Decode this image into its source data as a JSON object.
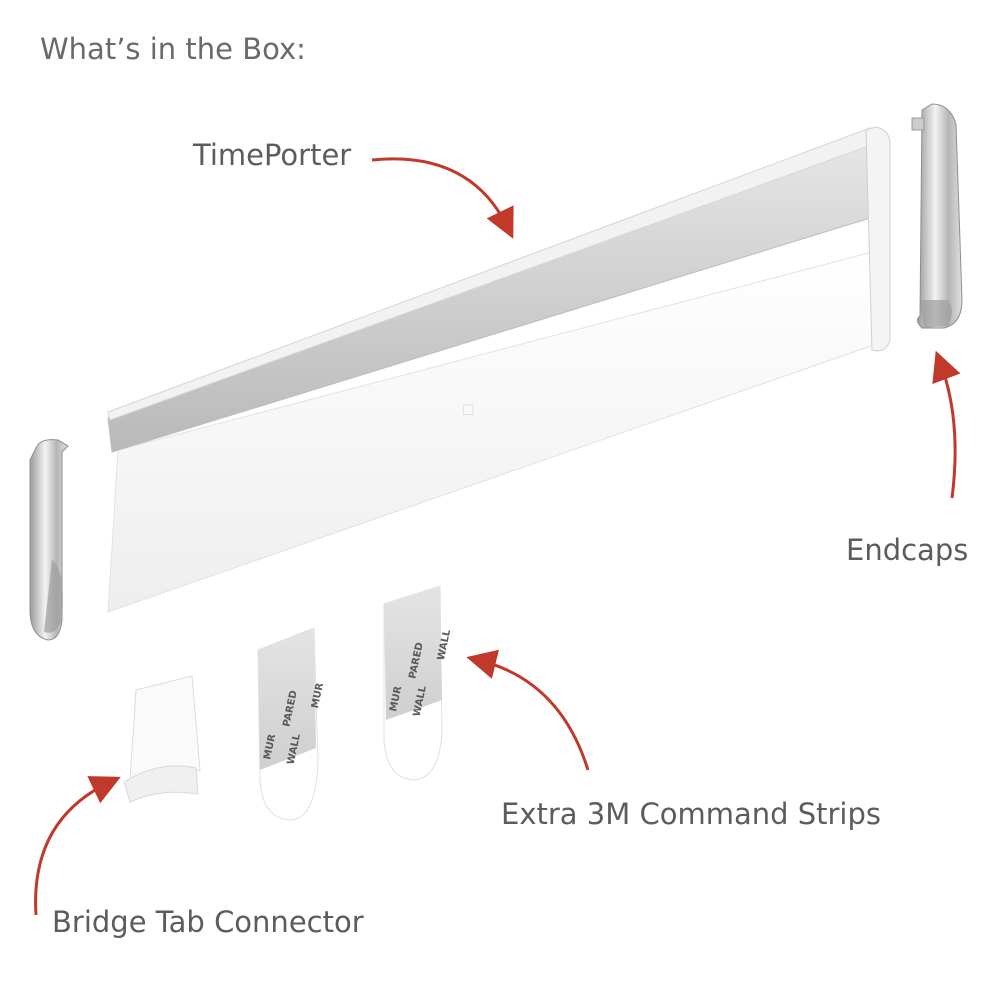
{
  "heading": "What’s in the Box:",
  "labels": {
    "timeporter": "TimePorter",
    "endcaps": "Endcaps",
    "command_strips": "Extra 3M Command Strips",
    "bridge_tab": "Bridge Tab Connector"
  },
  "strip_print": [
    "MUR",
    "PARED",
    "WALL"
  ],
  "colors": {
    "arrow": "#c0392b",
    "text": "#5c5c5c",
    "aluminum": "#c8c8c8",
    "white_plastic": "#f7f7f7"
  }
}
